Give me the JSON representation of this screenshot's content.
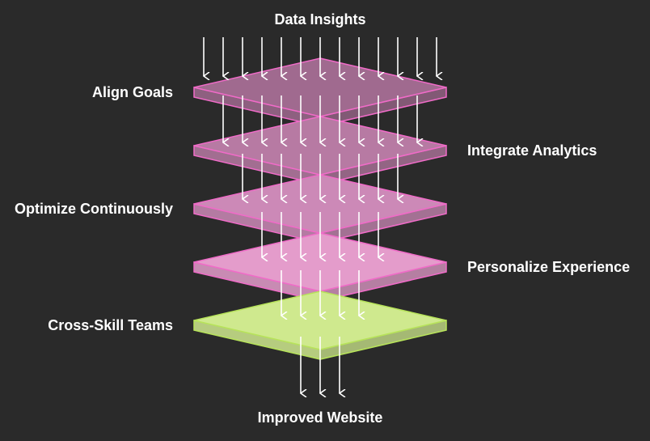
{
  "diagram": {
    "top_label": "Data Insights",
    "bottom_label": "Improved Website",
    "layers": [
      {
        "label": "Align Goals",
        "side": "left",
        "color": "#f06bc8",
        "fill": "#a06a8f"
      },
      {
        "label": "Integrate Analytics",
        "side": "right",
        "color": "#f06bc8",
        "fill": "#b77aa3"
      },
      {
        "label": "Optimize Continuously",
        "side": "left",
        "color": "#f06bc8",
        "fill": "#cc89b7"
      },
      {
        "label": "Personalize Experience",
        "side": "right",
        "color": "#f06bc8",
        "fill": "#e49ccb"
      },
      {
        "label": "Cross-Skill Teams",
        "side": "left",
        "color": "#b7e35a",
        "fill": "#cfe98e"
      }
    ],
    "arrow_color": "#ffffff"
  }
}
